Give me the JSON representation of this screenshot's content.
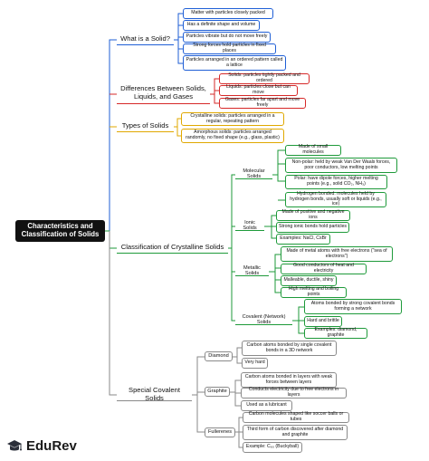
{
  "root": {
    "title": "Characteristics and Classification of Solids"
  },
  "colors": {
    "blue": "#1f5fd6",
    "red": "#d62828",
    "gold": "#e0a800",
    "green": "#1e9a3a",
    "gray": "#8a8a8a"
  },
  "what_is_solid": {
    "label": "What is a Solid?",
    "items": [
      "Matter with particles closely packed",
      "Has a definite shape and volume",
      "Particles vibrate but do not move freely",
      "Strong forces hold particles in fixed places",
      "Particles arranged in an ordered pattern called a lattice"
    ]
  },
  "differences": {
    "label": "Differences Between Solids, Liquids, and Gases",
    "items": [
      "Solids: particles tightly packed and ordered",
      "Liquids: particles close but can move",
      "Gases: particles far apart and move freely"
    ]
  },
  "types": {
    "label": "Types of Solids",
    "items": [
      "Crystalline solids: particles arranged in a regular, repeating pattern",
      "Amorphous solids: particles arranged randomly, no fixed shape (e.g., glass, plastic)"
    ]
  },
  "crystalline": {
    "label": "Classification of Crystalline Solids",
    "molecular": {
      "label": "Molecular Solids",
      "items": [
        "Made of small molecules",
        "Non-polar: held by weak Van Der Waals forces, poor conductors, low melting points",
        "Polar: have dipole forces, higher melting points (e.g., solid CO₂, NH₃)",
        "Hydrogen bonded: molecules held by hydrogen bonds, usually soft or liquids (e.g., ice)"
      ]
    },
    "ionic": {
      "label": "Ionic Solids",
      "items": [
        "Made of positive and negative ions",
        "Strong ionic bonds hold particles",
        "Examples: NaCl, CsBr"
      ]
    },
    "metallic": {
      "label": "Metallic Solids",
      "items": [
        "Made of metal atoms with free electrons (\"sea of electrons\")",
        "Good conductors of heat and electricity",
        "Malleable, ductile, shiny",
        "High melting and boiling points"
      ]
    },
    "covalent": {
      "label": "Covalent (Network) Solids",
      "items": [
        "Atoms bonded by strong covalent bonds forming a network",
        "Hard and brittle",
        "Examples: diamond, graphite"
      ]
    }
  },
  "special": {
    "label": "Special Covalent Solids",
    "diamond": {
      "label": "Diamond",
      "items": [
        "Carbon atoms bonded by single covalent bonds in a 3D network",
        "Very hard"
      ]
    },
    "graphite": {
      "label": "Graphite",
      "items": [
        "Carbon atoms bonded in layers with weak forces between layers",
        "Conducts electricity due to free electrons in layers",
        "Used as a lubricant"
      ]
    },
    "fullerenes": {
      "label": "Fullerenes",
      "items": [
        "Carbon molecules shaped like soccer balls or tubes",
        "Third form of carbon discovered after diamond and graphite",
        "Example: C₆₀ (Buckyball)"
      ]
    }
  },
  "brand": {
    "name": "EduRev",
    "icon": "graduation-cap-icon"
  }
}
